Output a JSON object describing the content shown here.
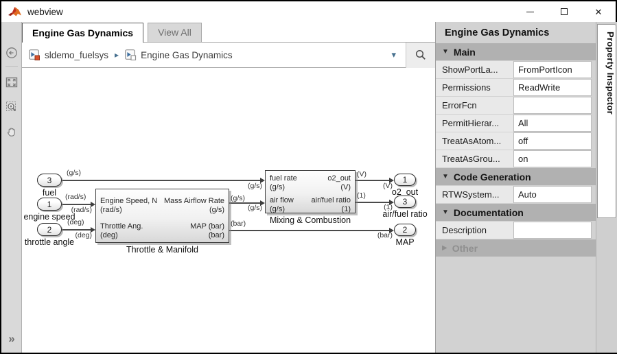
{
  "window": {
    "title": "webview"
  },
  "icons": {
    "close": "✕",
    "collapse": "»",
    "breadcrumb_sep": "▸",
    "dropdown": "▾",
    "section_open": "▼",
    "section_closed": "▶"
  },
  "tabs": [
    {
      "label": "Engine Gas Dynamics",
      "active": true
    },
    {
      "label": "View All",
      "active": false
    }
  ],
  "breadcrumb": {
    "items": [
      "sldemo_fuelsys",
      "Engine Gas Dynamics"
    ]
  },
  "diagram": {
    "inports": [
      {
        "number": "3",
        "label": "fuel",
        "sig_above": "(g/s)"
      },
      {
        "number": "1",
        "label": "engine speed",
        "sig_above": "(rad/s)",
        "sig_below": "(rad/s)"
      },
      {
        "number": "2",
        "label": "throttle angle",
        "sig_above": "(deg)",
        "sig_below": "(deg)"
      }
    ],
    "outports": [
      {
        "number": "1",
        "label": "o2_out",
        "sig_above": "(V)",
        "sig_below": "(V)"
      },
      {
        "number": "3",
        "label": "air/fuel ratio",
        "sig_above": "(1)",
        "sig_below": "(1)"
      },
      {
        "number": "2",
        "label": "MAP",
        "sig_below": "(bar)"
      }
    ],
    "blocks": [
      {
        "name": "Throttle & Manifold",
        "in": [
          {
            "label": "Engine Speed, N",
            "unit": "(rad/s)"
          },
          {
            "label": "Throttle Ang.",
            "unit": "(deg)"
          }
        ],
        "out": [
          {
            "label": "Mass Airflow Rate",
            "unit": "(g/s)",
            "sig": "(g/s)"
          },
          {
            "label": "MAP (bar)",
            "unit": "(bar)",
            "sig": "(bar)"
          }
        ]
      },
      {
        "name": "Mixing & Combustion",
        "in": [
          {
            "label": "fuel rate",
            "unit": "(g/s)",
            "sig": "(g/s)"
          },
          {
            "label": "air flow",
            "unit": "(g/s)",
            "sig": "(g/s)"
          }
        ],
        "out": [
          {
            "label": "o2_out",
            "unit": "(V)"
          },
          {
            "label": "air/fuel ratio",
            "unit": "(1)"
          }
        ]
      }
    ]
  },
  "inspector": {
    "title": "Engine Gas Dynamics",
    "tab_label": "Property Inspector",
    "sections": [
      {
        "label": "Main",
        "expanded": true,
        "rows": [
          [
            "ShowPortLa...",
            "FromPortIcon"
          ],
          [
            "Permissions",
            "ReadWrite"
          ],
          [
            "ErrorFcn",
            ""
          ],
          [
            "PermitHierar...",
            "All"
          ],
          [
            "TreatAsAtom...",
            "off"
          ],
          [
            "TreatAsGrou...",
            "on"
          ]
        ]
      },
      {
        "label": "Code Generation",
        "expanded": true,
        "rows": [
          [
            "RTWSystem...",
            "Auto"
          ]
        ]
      },
      {
        "label": "Documentation",
        "expanded": true,
        "rows": [
          [
            "Description",
            ""
          ]
        ]
      },
      {
        "label": "Other",
        "expanded": false,
        "rows": []
      }
    ]
  }
}
